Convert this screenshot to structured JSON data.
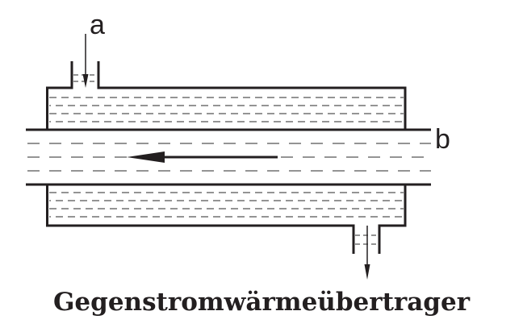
{
  "labels": {
    "inlet": "a",
    "pipe": "b"
  },
  "title": "Gegenstromwärmeübertrager",
  "colors": {
    "line": "#231f20",
    "dash": "#555555"
  }
}
